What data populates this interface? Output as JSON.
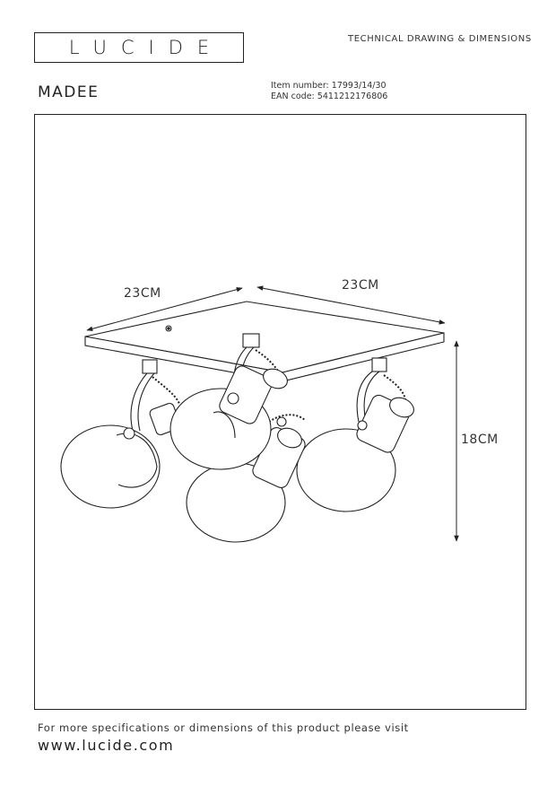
{
  "brand": {
    "logo_text": "LUCIDE"
  },
  "header": {
    "doc_type": "TECHNICAL DRAWING & DIMENSIONS",
    "product_name": "MADEE",
    "item_number_label": "Item number:",
    "item_number": "17993/14/30",
    "ean_label": "EAN code:",
    "ean": "5411212176806"
  },
  "dimensions": {
    "width_left": "23CM",
    "width_right": "23CM",
    "height": "18CM"
  },
  "footer": {
    "note": "For more specifications or dimensions of this product please visit",
    "url": "www.lucide.com"
  }
}
